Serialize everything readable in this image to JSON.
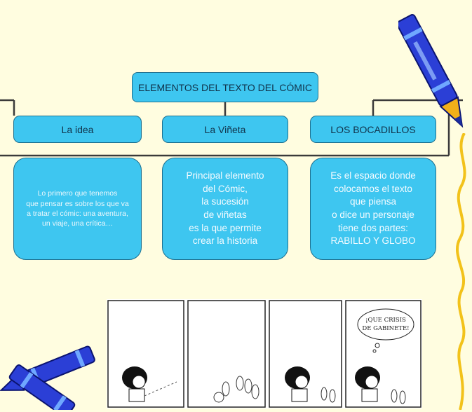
{
  "diagram": {
    "root": "ELEMENTOS DEL TEXTO DEL CÓMIC",
    "columns": [
      {
        "title": "La idea",
        "description": [
          "Lo primero que tenemos",
          "que pensar es sobre los que va",
          "a tratar el cómic: una aventura,",
          "un viaje, una crítica…"
        ]
      },
      {
        "title": "La Viñeta",
        "description": [
          "Principal elemento",
          "del Cómic,",
          "la sucesión",
          "de viñetas",
          "es la que permite",
          "crear la historia"
        ]
      },
      {
        "title": "LOS BOCADILLOS",
        "description": [
          "Es el espacio donde",
          "colocamos el texto",
          "que piensa",
          "o dice un personaje",
          "tiene dos partes:",
          "RABILLO Y GLOBO"
        ]
      }
    ]
  },
  "comic_strip": {
    "speech_bubble": [
      "¡QUE CRISIS",
      "DE GABINETE!"
    ]
  },
  "colors": {
    "background": "#fffde0",
    "box_fill": "#3ec6f0",
    "box_border": "#1d6f8f",
    "connector": "#3a3a3a",
    "crayon": "#2b3fd6",
    "ribbon": "#f2c21a"
  },
  "icons": [
    "crayon-icon-top-right",
    "crayons-icon-bottom-left",
    "yellow-ribbon-decoration"
  ]
}
